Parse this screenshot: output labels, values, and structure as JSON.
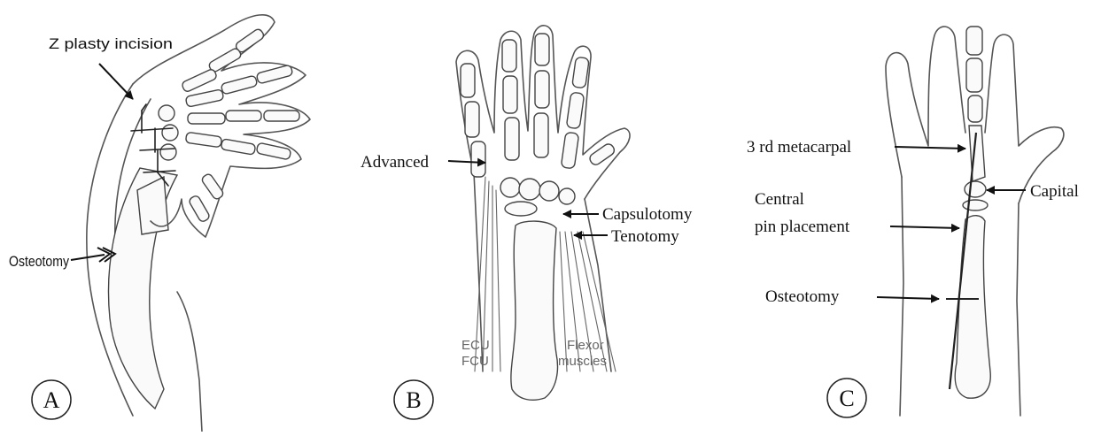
{
  "panels": [
    {
      "id": "A",
      "label": "A",
      "annotations": {
        "z_plasty": "Z plasty incision",
        "osteotomy": "Osteotomy"
      }
    },
    {
      "id": "B",
      "label": "B",
      "annotations": {
        "advanced": "Advanced",
        "capsulotomy": "Capsulotomy",
        "tenotomy": "Tenotomy",
        "ecu": "ECU",
        "fcu": "FCU",
        "flexor_1": "Flexor",
        "flexor_2": "muscles"
      }
    },
    {
      "id": "C",
      "label": "C",
      "annotations": {
        "metacarpal": "3 rd metacarpal",
        "capital": "Capital",
        "central_1": "Central",
        "central_2": "pin placement",
        "osteotomy": "Osteotomy"
      }
    }
  ]
}
